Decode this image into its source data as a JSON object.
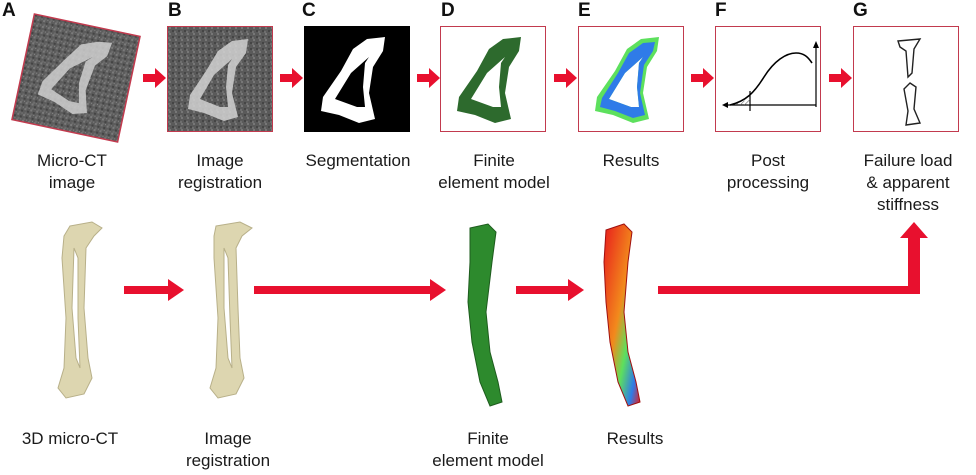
{
  "colors": {
    "arrow": "#e8102e",
    "frame": "#c23a4e",
    "bone": "#ddd6b0",
    "fe_green": "#2d6a2d",
    "result_blue": "#2f7be8",
    "result_green": "#5de05d"
  },
  "steps": [
    {
      "letter": "A",
      "caption_lines": [
        "Micro-CT",
        "image"
      ]
    },
    {
      "letter": "B",
      "caption_lines": [
        "Image",
        "registration"
      ]
    },
    {
      "letter": "C",
      "caption_lines": [
        "Segmentation"
      ]
    },
    {
      "letter": "D",
      "caption_lines": [
        "Finite",
        "element model"
      ]
    },
    {
      "letter": "E",
      "caption_lines": [
        "Results"
      ]
    },
    {
      "letter": "F",
      "caption_lines": [
        "Post",
        "processing"
      ]
    },
    {
      "letter": "G",
      "caption_lines": [
        "Failure load",
        "& apparent",
        "stiffness"
      ]
    }
  ],
  "bottom": [
    {
      "caption_lines": [
        "3D micro-CT"
      ]
    },
    {
      "caption_lines": [
        "Image",
        "registration"
      ]
    },
    {
      "caption_lines": [
        "Finite",
        "element model"
      ]
    },
    {
      "caption_lines": [
        "Results"
      ]
    }
  ]
}
